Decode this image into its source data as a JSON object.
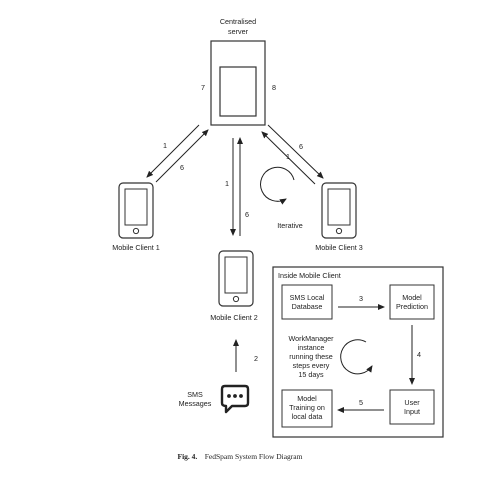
{
  "server": {
    "label_line1": "Centralised",
    "label_line2": "server",
    "left_number": "7",
    "right_number": "8"
  },
  "clients": {
    "client1": "Mobile Client 1",
    "client2": "Mobile Client 2",
    "client3": "Mobile Client 3"
  },
  "arrow_numbers": {
    "c1_down": "1",
    "c1_up": "6",
    "c2_down": "1",
    "c2_up": "6",
    "c3_down": "1",
    "c3_up": "6",
    "sms": "2"
  },
  "iterative_label": "Iterative",
  "sms": {
    "line1": "SMS",
    "line2": "Messages"
  },
  "inside": {
    "title": "Inside Mobile Client",
    "sms_db_line1": "SMS Local",
    "sms_db_line2": "Database",
    "model_pred_line1": "Model",
    "model_pred_line2": "Prediction",
    "user_input_line1": "User",
    "user_input_line2": "Input",
    "model_train_line1": "Model",
    "model_train_line2": "Training on",
    "model_train_line3": "local data",
    "wm_line1": "WorkManager",
    "wm_line2": "instance",
    "wm_line3": "running these",
    "wm_line4": "steps every",
    "wm_line5": "15 days",
    "step3": "3",
    "step4": "4",
    "step5": "5"
  },
  "caption": {
    "bold": "Fig. 4.",
    "text": "FedSpam System Flow Diagram"
  }
}
